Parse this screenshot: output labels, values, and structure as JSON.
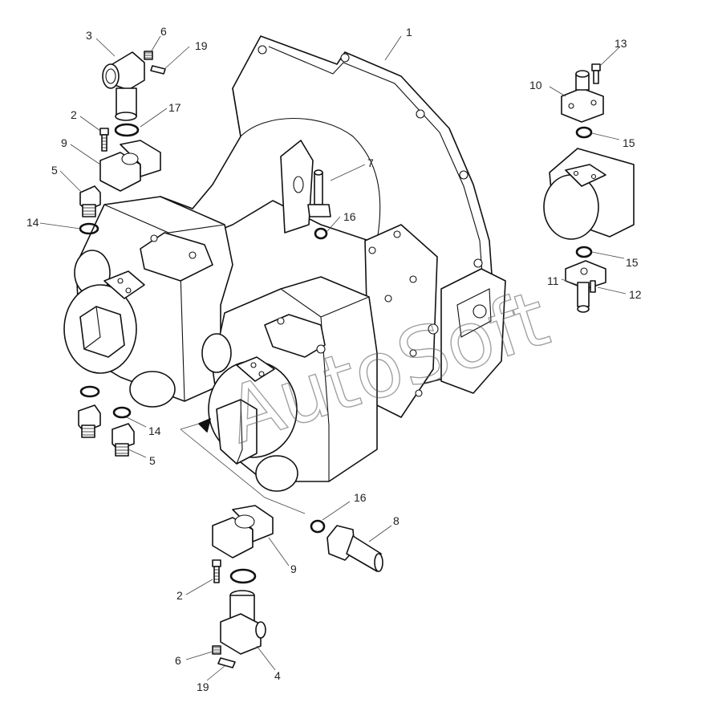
{
  "diagram": {
    "watermark": "AutoSoft",
    "callouts": [
      {
        "id": "c1",
        "label": "1"
      },
      {
        "id": "c2a",
        "label": "2"
      },
      {
        "id": "c2b",
        "label": "2"
      },
      {
        "id": "c3",
        "label": "3"
      },
      {
        "id": "c4",
        "label": "4"
      },
      {
        "id": "c5a",
        "label": "5"
      },
      {
        "id": "c5b",
        "label": "5"
      },
      {
        "id": "c6a",
        "label": "6"
      },
      {
        "id": "c6b",
        "label": "6"
      },
      {
        "id": "c7",
        "label": "7"
      },
      {
        "id": "c8",
        "label": "8"
      },
      {
        "id": "c9a",
        "label": "9"
      },
      {
        "id": "c9b",
        "label": "9"
      },
      {
        "id": "c10",
        "label": "10"
      },
      {
        "id": "c11",
        "label": "11"
      },
      {
        "id": "c12",
        "label": "12"
      },
      {
        "id": "c13",
        "label": "13"
      },
      {
        "id": "c14a",
        "label": "14"
      },
      {
        "id": "c14b",
        "label": "14"
      },
      {
        "id": "c15a",
        "label": "15"
      },
      {
        "id": "c15b",
        "label": "15"
      },
      {
        "id": "c16a",
        "label": "16"
      },
      {
        "id": "c16b",
        "label": "16"
      },
      {
        "id": "c17",
        "label": "17"
      },
      {
        "id": "c19a",
        "label": "19"
      },
      {
        "id": "c19b",
        "label": "19"
      }
    ]
  }
}
